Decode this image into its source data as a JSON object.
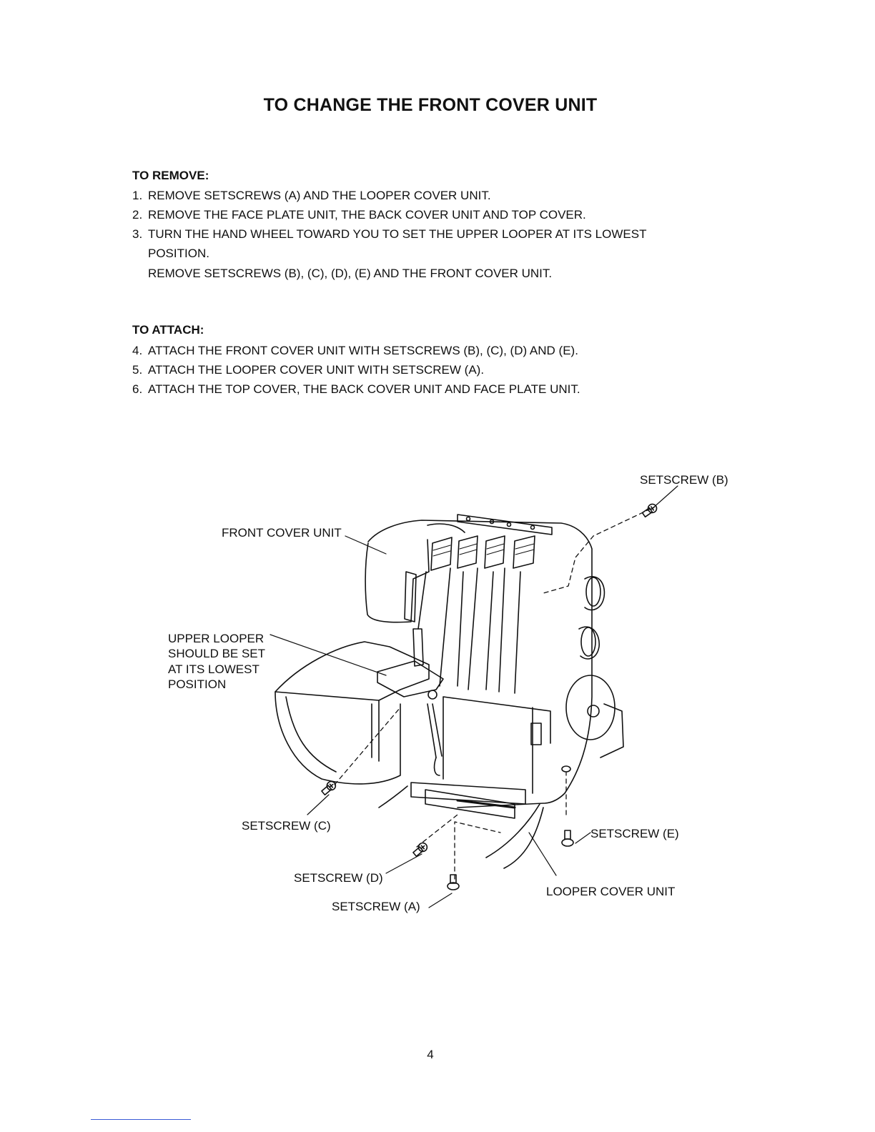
{
  "title": "TO CHANGE THE FRONT COVER UNIT",
  "remove": {
    "heading": "TO REMOVE:",
    "steps": [
      {
        "num": "1.",
        "text": "REMOVE SETSCREWS (A) AND THE LOOPER COVER UNIT."
      },
      {
        "num": "2.",
        "text": "REMOVE THE FACE PLATE UNIT, THE BACK COVER UNIT AND TOP COVER."
      },
      {
        "num": "3.",
        "text": "TURN THE HAND WHEEL TOWARD YOU TO SET THE UPPER LOOPER AT ITS LOWEST"
      }
    ],
    "step3_cont1": "POSITION.",
    "step3_cont2": "REMOVE SETSCREWS (B), (C), (D), (E) AND THE FRONT COVER UNIT."
  },
  "attach": {
    "heading": "TO ATTACH:",
    "steps": [
      {
        "num": "4.",
        "text": "ATTACH THE FRONT COVER UNIT WITH SETSCREWS (B), (C), (D) AND (E)."
      },
      {
        "num": "5.",
        "text": "ATTACH THE LOOPER COVER UNIT WITH SETSCREW (A)."
      },
      {
        "num": "6.",
        "text": "ATTACH THE TOP COVER, THE BACK COVER UNIT AND FACE PLATE UNIT."
      }
    ]
  },
  "diagram": {
    "labels": {
      "setscrew_b": "SETSCREW (B)",
      "front_cover_unit": "FRONT COVER UNIT",
      "upper_looper": [
        "UPPER LOOPER",
        "SHOULD BE SET",
        "AT ITS LOWEST",
        "POSITION"
      ],
      "setscrew_c": "SETSCREW (C)",
      "setscrew_e": "SETSCREW (E)",
      "setscrew_d": "SETSCREW (D)",
      "looper_cover_unit": "LOOPER COVER UNIT",
      "setscrew_a": "SETSCREW (A)"
    }
  },
  "page_number": "4"
}
